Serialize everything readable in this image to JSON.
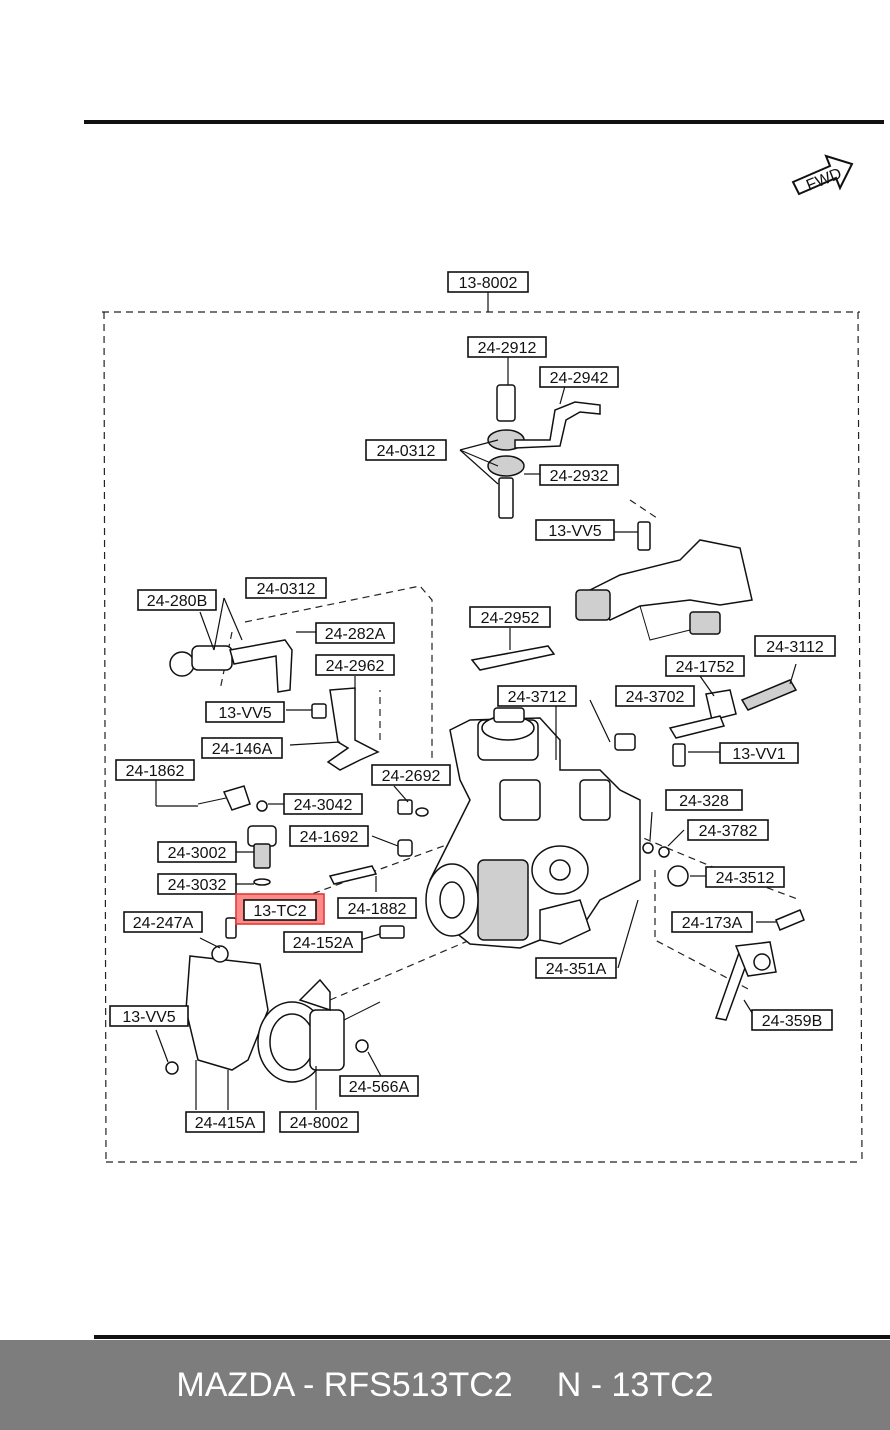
{
  "diagram": {
    "fwd_label": "FWD",
    "callouts": {
      "c_138002": "13-8002",
      "c_242912": "24-2912",
      "c_242942": "24-2942",
      "c_240312a": "24-0312",
      "c_242932": "24-2932",
      "c_13vv5a": "13-VV5",
      "c_24280b": "24-280B",
      "c_240312b": "24-0312",
      "c_24282a": "24-282A",
      "c_242952": "24-2952",
      "c_242962": "24-2962",
      "c_243112": "24-3112",
      "c_241752": "24-1752",
      "c_13vv5b": "13-VV5",
      "c_243712": "24-3712",
      "c_243702": "24-3702",
      "c_24146a": "24-146A",
      "c_13vv1": "13-VV1",
      "c_241862": "24-1862",
      "c_242692": "24-2692",
      "c_243042": "24-3042",
      "c_24328": "24-328",
      "c_243782": "24-3782",
      "c_241692": "24-1692",
      "c_243002": "24-3002",
      "c_243512": "24-3512",
      "c_243032": "24-3032",
      "c_13tc2": "13-TC2",
      "c_241882": "24-1882",
      "c_24247a": "24-247A",
      "c_24173a": "24-173A",
      "c_24152a": "24-152A",
      "c_24351a": "24-351A",
      "c_13vv5c": "13-VV5",
      "c_24359b": "24-359B",
      "c_24566a": "24-566A",
      "c_24415a": "24-415A",
      "c_248002": "24-8002"
    },
    "highlight_color": "#ff8a8a"
  },
  "footer": {
    "left_text": "MAZDA - RFS513TC2",
    "right_text": "N - 13TC2",
    "background": "#7d7d7d"
  }
}
